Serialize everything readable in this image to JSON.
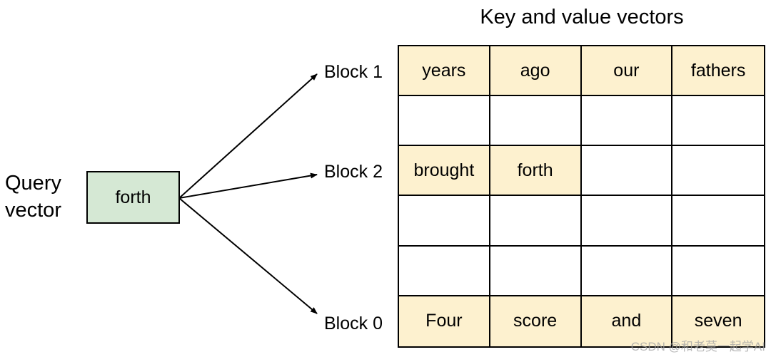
{
  "title": "Key and value vectors",
  "query": {
    "label_line1": "Query",
    "label_line2": "vector",
    "token": "forth"
  },
  "blocks": [
    {
      "label": "Block 1",
      "row": 0
    },
    {
      "label": "Block 2",
      "row": 2
    },
    {
      "label": "Block 0",
      "row": 5
    }
  ],
  "grid": {
    "rows": [
      [
        "years",
        "ago",
        "our",
        "fathers"
      ],
      [
        "",
        "",
        "",
        ""
      ],
      [
        "brought",
        "forth",
        "",
        ""
      ],
      [
        "",
        "",
        "",
        ""
      ],
      [
        "",
        "",
        "",
        ""
      ],
      [
        "Four",
        "score",
        "and",
        "seven"
      ]
    ],
    "filled": [
      [
        true,
        true,
        true,
        true
      ],
      [
        false,
        false,
        false,
        false
      ],
      [
        true,
        true,
        false,
        false
      ],
      [
        false,
        false,
        false,
        false
      ],
      [
        false,
        false,
        false,
        false
      ],
      [
        true,
        true,
        true,
        true
      ]
    ]
  },
  "colors": {
    "query_fill": "#d5e8d4",
    "cell_fill": "#fdf1cf"
  },
  "watermark": "CSDN @和老莫一起学AI"
}
